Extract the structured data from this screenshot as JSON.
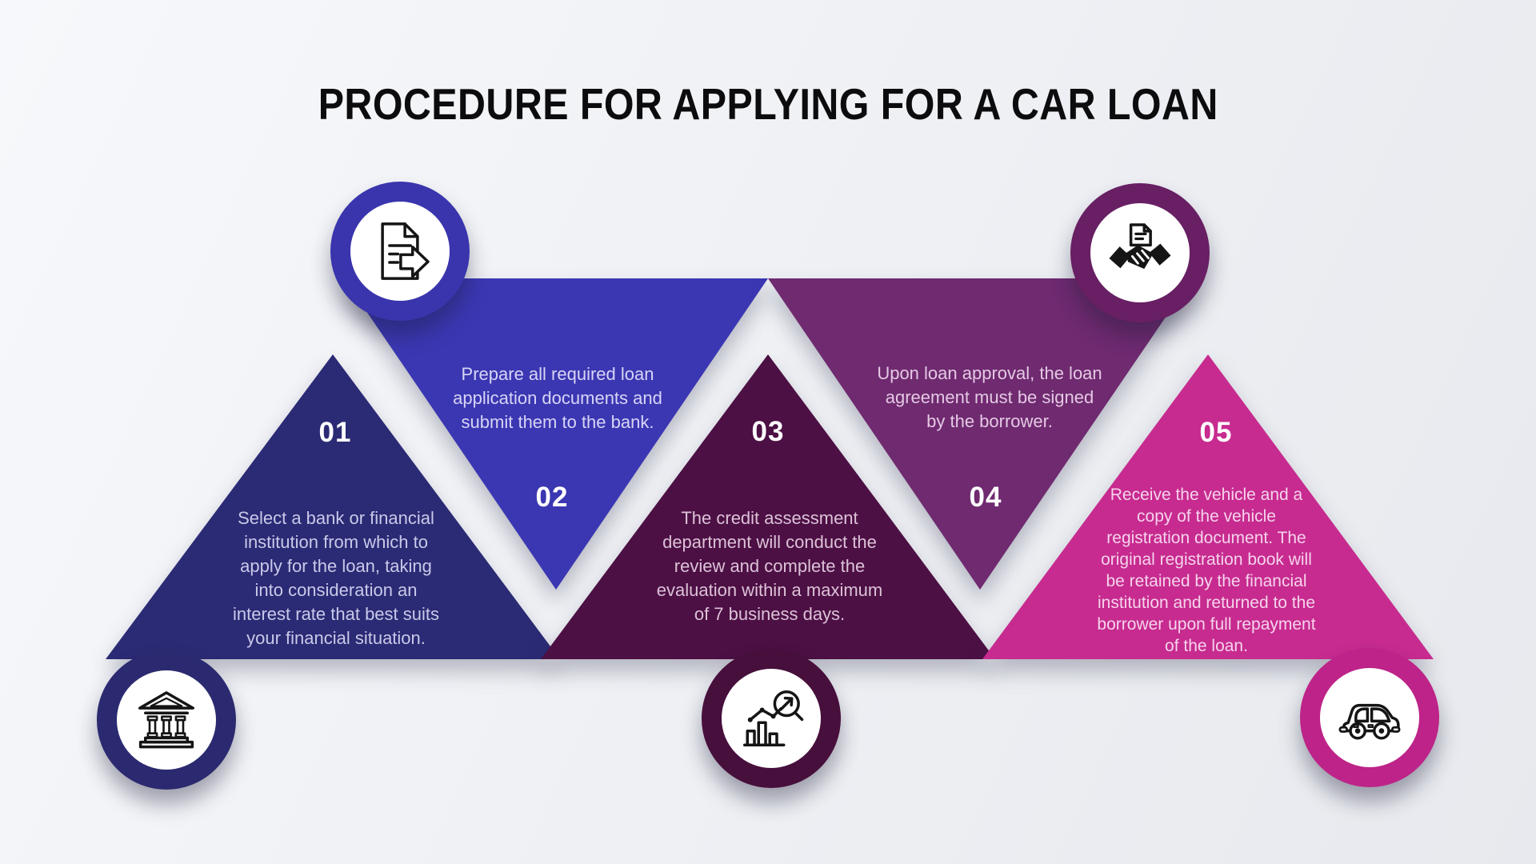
{
  "title": "PROCEDURE FOR APPLYING FOR A CAR LOAN",
  "steps": [
    {
      "number": "01",
      "description": "Select a bank or financial\ninstitution from which to\napply for the loan, taking\ninto consideration an\ninterest rate that best suits\nyour financial situation.",
      "triangle_color": "#2b2a74",
      "ring_color": "#2b2a70",
      "text_color": "#c9c9ea",
      "icon": "bank-icon"
    },
    {
      "number": "02",
      "description": "Prepare all required loan\napplication documents and\nsubmit them to the bank.",
      "triangle_color": "#3b37b2",
      "ring_color": "#3a35ad",
      "text_color": "#d7d5f6",
      "icon": "document-submit-icon"
    },
    {
      "number": "03",
      "description": "The credit assessment\ndepartment will conduct the\nreview and complete the\nevaluation within a maximum\nof 7 business days.",
      "triangle_color": "#4c1044",
      "ring_color": "#470f3c",
      "text_color": "#ddc2d8",
      "icon": "chart-analysis-icon"
    },
    {
      "number": "04",
      "description": "Upon loan approval, the loan\nagreement must be signed\nby the borrower.",
      "triangle_color": "#6f2a70",
      "ring_color": "#681f63",
      "text_color": "#e5c9e3",
      "icon": "handshake-icon"
    },
    {
      "number": "05",
      "description": "Receive the vehicle and a\ncopy of the vehicle\nregistration document. The\noriginal registration book will\nbe retained by the financial\ninstitution and returned to the\nborrower upon full repayment\nof the loan.",
      "triangle_color": "#c72b8f",
      "ring_color": "#bd2388",
      "text_color": "#f6d3ec",
      "icon": "car-icon"
    }
  ]
}
